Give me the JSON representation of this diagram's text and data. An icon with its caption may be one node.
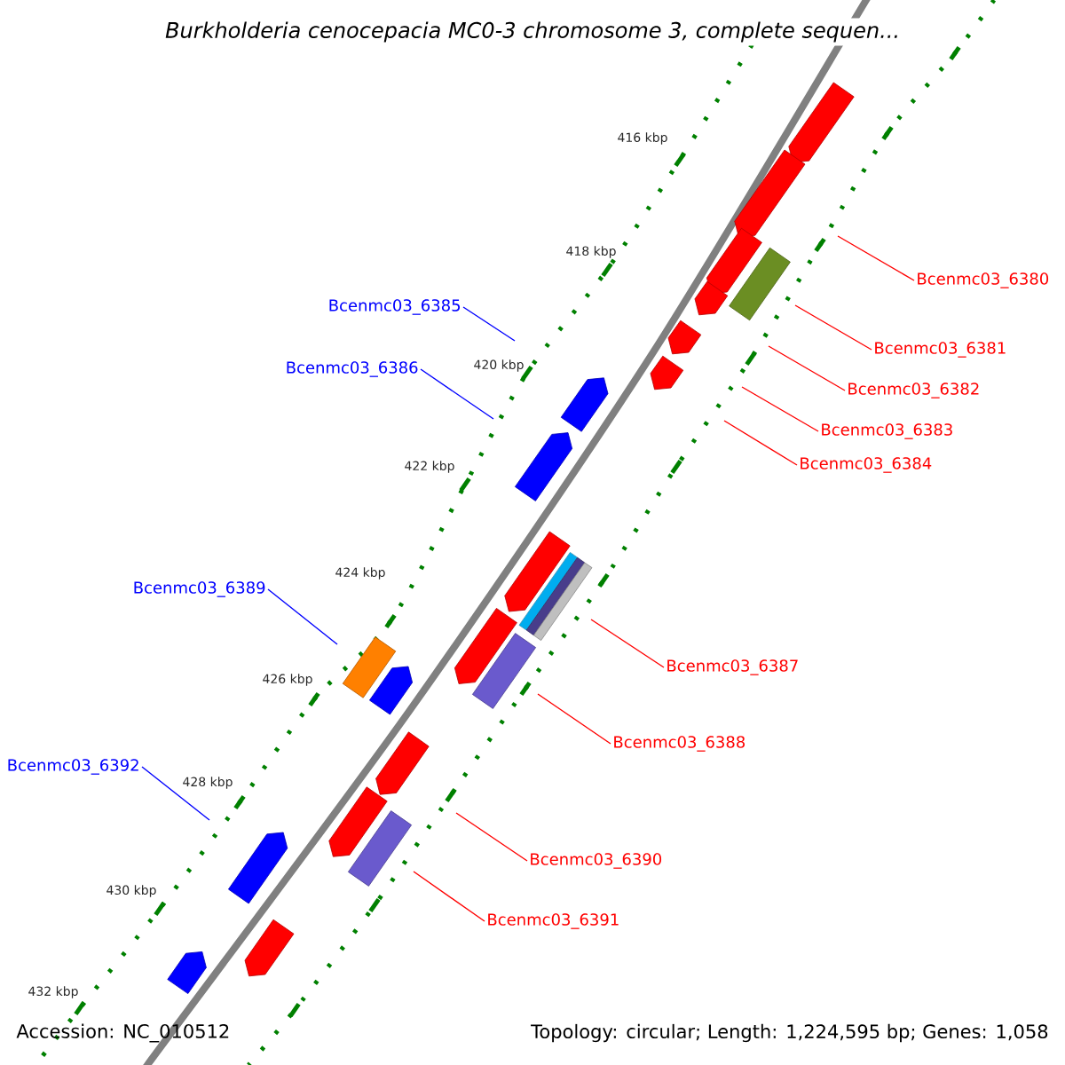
{
  "diagram": {
    "title": "Burkholderia cenocepacia MC0-3 chromosome 3, complete sequen...",
    "nodes": [
      {
        "text": [
          "Bcenmc03_6380"
        ]
      },
      {
        "text": [
          "Bcenmc03_6385"
        ]
      },
      {
        "text": [
          "Bcenmc03_6381"
        ]
      },
      {
        "text": [
          "Bcenmc03_6386"
        ]
      },
      {
        "text": [
          "Bcenmc03_6382"
        ]
      },
      {
        "text": [
          "Bcenmc03_6383"
        ]
      },
      {
        "text": [
          "Bcenmc03_6384"
        ]
      },
      {
        "text": [
          "Bcenmc03_6389"
        ]
      },
      {
        "text": [
          "Bcenmc03_6387"
        ]
      },
      {
        "text": [
          "Bcenmc03_6388"
        ]
      },
      {
        "text": [
          "Bcenmc03_6392"
        ]
      },
      {
        "text": [
          "Bcenmc03_6390"
        ]
      },
      {
        "text": [
          "Bcenmc03_6391"
        ]
      }
    ],
    "edges": [
      {
        "from": 0,
        "to": null,
        "arrow": "none"
      },
      {
        "from": 1,
        "to": null,
        "arrow": "none",
        "color": "#0000ff"
      },
      {
        "from": 2,
        "to": null,
        "arrow": "none"
      },
      {
        "from": 3,
        "to": null,
        "arrow": "none",
        "color": "#0000ff"
      },
      {
        "from": 4,
        "to": null,
        "arrow": "none"
      },
      {
        "from": 5,
        "to": null,
        "arrow": "none"
      },
      {
        "from": 6,
        "to": null,
        "arrow": "none"
      },
      {
        "from": 7,
        "to": null,
        "arrow": "none",
        "color": "#0000ff"
      },
      {
        "from": 8,
        "to": null,
        "arrow": "none"
      },
      {
        "from": 9,
        "to": null,
        "arrow": "none"
      },
      {
        "from": 10,
        "to": null,
        "arrow": "none",
        "color": "#0000ff"
      },
      {
        "from": 11,
        "to": null,
        "arrow": "none"
      },
      {
        "from": 12,
        "to": null,
        "arrow": "none"
      }
    ],
    "labels": [
      "416 kbp",
      "418 kbp",
      "420 kbp",
      "422 kbp",
      "424 kbp",
      "426 kbp",
      "428 kbp",
      "430 kbp",
      "432 kbp",
      "Accession: NC_010512",
      "Topology: circular; Length: 1,224,595 bp; Genes: 1,058"
    ]
  }
}
